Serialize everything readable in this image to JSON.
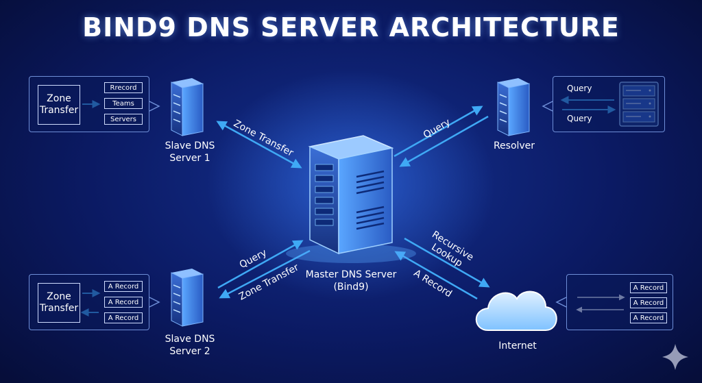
{
  "title": "BIND9 DNS SERVER ARCHITECTURE",
  "master": {
    "label": "Master DNS Server\n(Bind9)"
  },
  "slave1": {
    "label": "Slave DNS\nServer 1",
    "panel": {
      "zone_label": "Zone\nTransfer",
      "chips": [
        "Rrecord",
        "Teams",
        "Servers"
      ]
    }
  },
  "slave2": {
    "label": "Slave DNS\nServer 2",
    "panel": {
      "zone_label": "Zone\nTransfer",
      "chips": [
        "A Record",
        "A Record",
        "A Record"
      ]
    }
  },
  "resolver": {
    "label": "Resolver",
    "panel": {
      "query_top": "Query",
      "query_bottom": "Query"
    }
  },
  "internet": {
    "label": "Internet",
    "panel": {
      "chips": [
        "A Record",
        "A Record",
        "A Record"
      ]
    }
  },
  "arrows": {
    "slave1_master": "Zone Transfer",
    "resolver_master": "Query",
    "slave2_query": "Query",
    "slave2_zone": "Zone Transfer",
    "internet_recursive": "Recursive\nLookup",
    "internet_arecord": "A Record"
  },
  "colors": {
    "background": "#0b1a63",
    "accent": "#3fa9f5",
    "panel_border": "#6f8fd8"
  }
}
